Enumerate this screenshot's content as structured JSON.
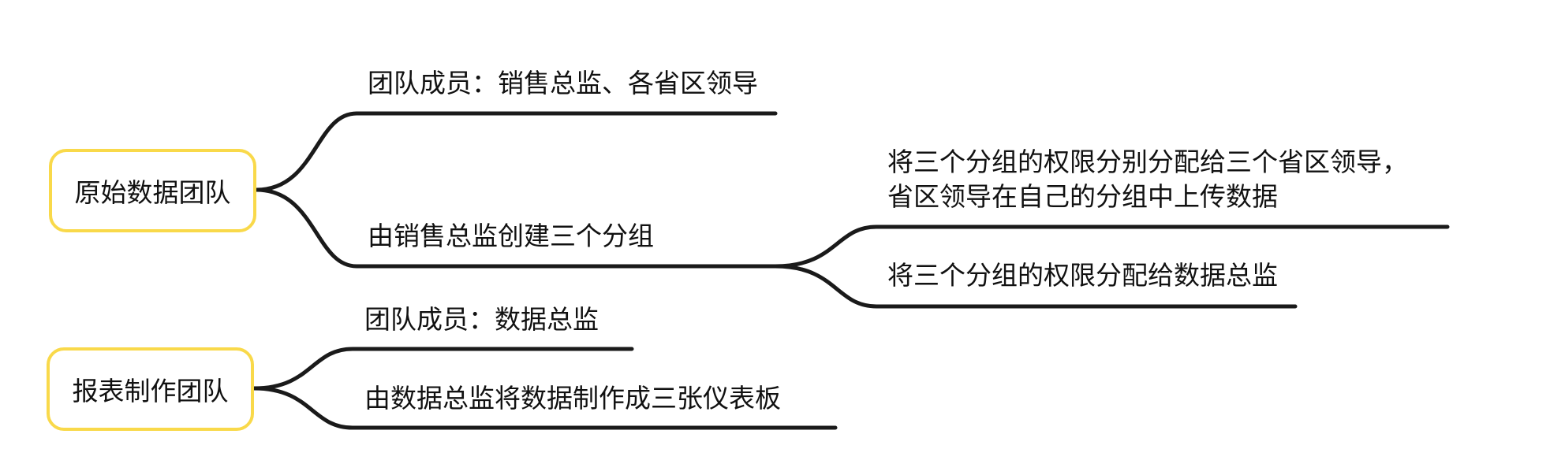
{
  "roots": [
    {
      "label": "原始数据团队",
      "branches": [
        {
          "label": "团队成员：销售总监、各省区领导"
        },
        {
          "label": "由销售总监创建三个分组",
          "children": [
            {
              "lines": [
                "将三个分组的权限分别分配给三个省区领导，",
                "省区领导在自己的分组中上传数据"
              ]
            },
            {
              "label": "将三个分组的权限分配给数据总监"
            }
          ]
        }
      ]
    },
    {
      "label": "报表制作团队",
      "branches": [
        {
          "label": "团队成员：数据总监"
        },
        {
          "label": "由数据总监将数据制作成三张仪表板"
        }
      ]
    }
  ],
  "colors": {
    "node_border": "#f9d94a",
    "line": "#1a1a1a",
    "text": "#111111"
  }
}
